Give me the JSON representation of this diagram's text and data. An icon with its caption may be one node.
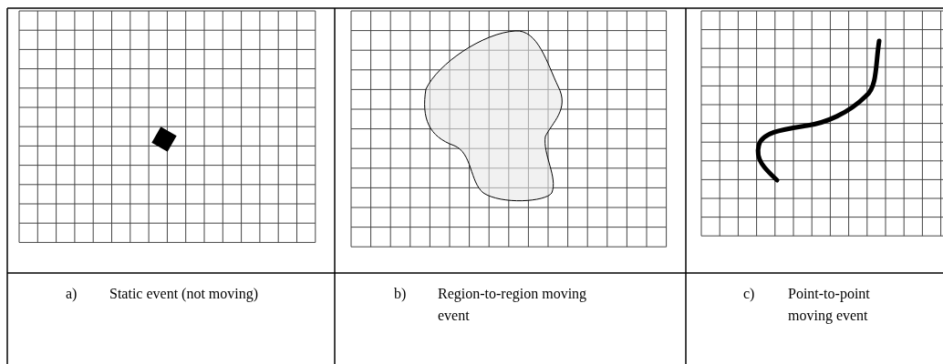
{
  "diagram": {
    "labels": [
      "a)",
      "Static event (not moving)",
      "b)",
      "Region-to-region moving event",
      "c)",
      "Point-to-point moving event"
    ]
  }
}
